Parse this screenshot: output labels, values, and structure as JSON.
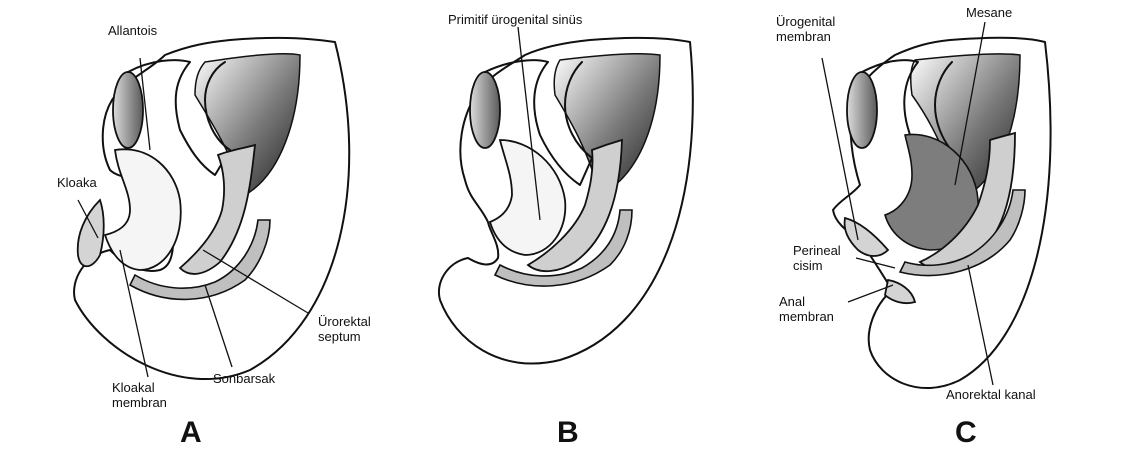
{
  "panels": [
    {
      "letter": "A",
      "labels": {
        "allantois": "Allantois",
        "kloaka": "Kloaka",
        "kloakal_membran": "Kloakal\nmembran",
        "sonbarsak": "Sonbarsak",
        "urorektal_septum": "Ürorektal\nseptum"
      }
    },
    {
      "letter": "B",
      "labels": {
        "primitif_urogenital_sinus": "Primitif ürogenital sinüs"
      }
    },
    {
      "letter": "C",
      "labels": {
        "urogenital_membran": "Ürogenital\nmembran",
        "mesane": "Mesane",
        "perineal_cisim": "Perineal\ncisim",
        "anal_membran": "Anal\nmembran",
        "anorektal_kanal": "Anorektal kanal"
      }
    }
  ],
  "colors": {
    "tissue_light": "#e6e6e6",
    "tissue_mid": "#c9c9c9",
    "lumen_dark": "#2b2b2b",
    "outline": "#111111"
  }
}
